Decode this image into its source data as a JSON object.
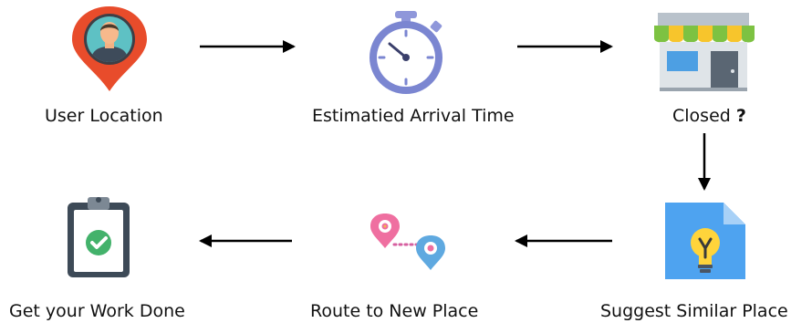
{
  "nodes": [
    {
      "id": "user-location",
      "label": "User Location",
      "icon": "location-pin-user-icon"
    },
    {
      "id": "arrival-time",
      "label": "Estimatied Arrival Time",
      "icon": "stopwatch-icon"
    },
    {
      "id": "closed",
      "label": "Closed",
      "label_suffix": "?",
      "icon": "storefront-icon"
    },
    {
      "id": "suggest",
      "label": "Suggest Similar Place",
      "icon": "document-lightbulb-icon"
    },
    {
      "id": "route",
      "label": "Route to New Place",
      "icon": "route-pins-icon"
    },
    {
      "id": "done",
      "label": "Get your Work Done",
      "icon": "clipboard-check-icon"
    }
  ],
  "edges": [
    {
      "from": "user-location",
      "to": "arrival-time"
    },
    {
      "from": "arrival-time",
      "to": "closed"
    },
    {
      "from": "closed",
      "to": "suggest"
    },
    {
      "from": "suggest",
      "to": "route"
    },
    {
      "from": "route",
      "to": "done"
    }
  ],
  "colors": {
    "pin_red": "#e84c2b",
    "avatar_teal": "#5ec1c4",
    "stopwatch_purple": "#7b86d1",
    "awning_green": "#7dc242",
    "awning_yellow": "#f7c52c",
    "doc_blue": "#4ea3f0",
    "bulb_yellow": "#ffd43b",
    "check_green": "#43b26b",
    "clipboard_gray": "#3d4a57",
    "route_pink": "#ef6fa0",
    "route_blue": "#5fa9e0"
  }
}
